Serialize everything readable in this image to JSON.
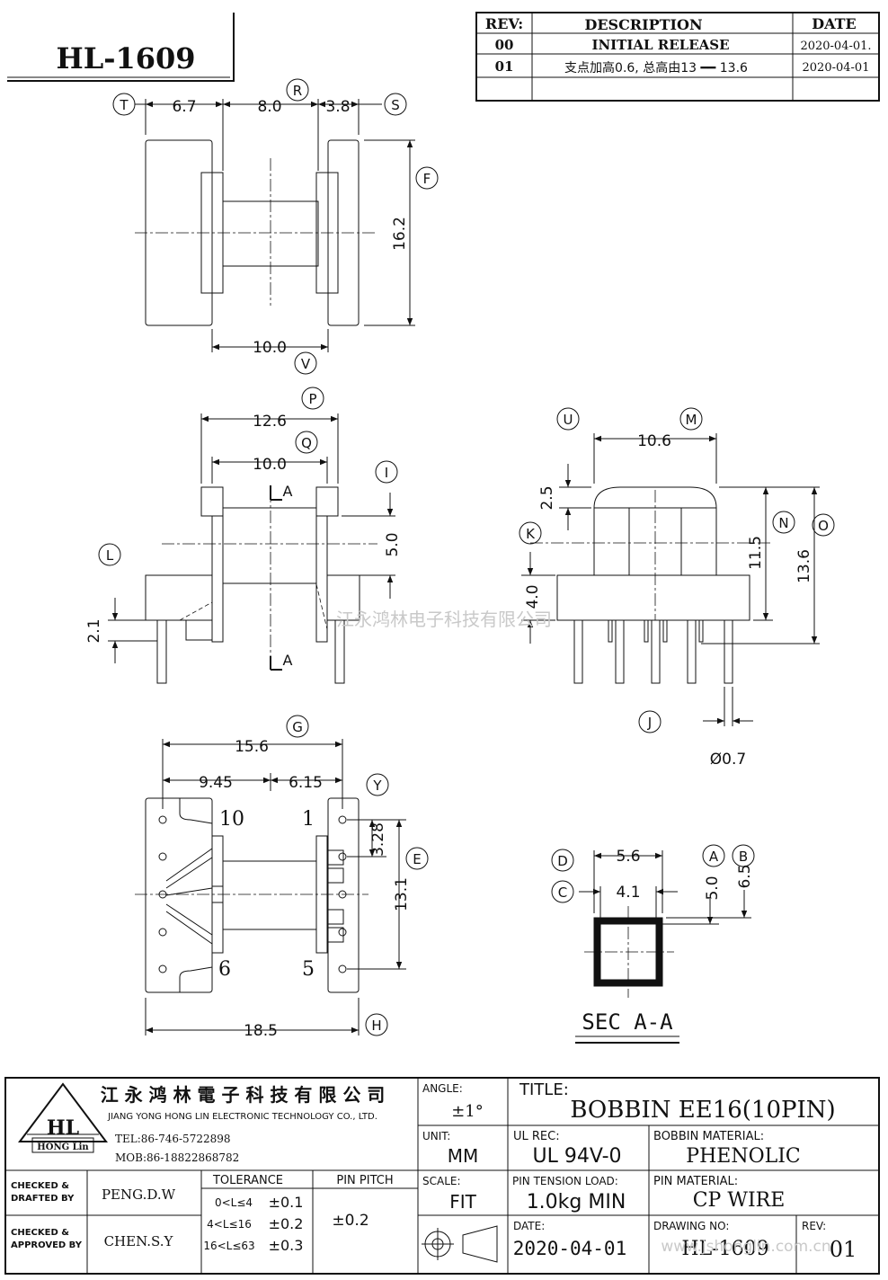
{
  "title_box": {
    "part_no": "HL-1609"
  },
  "revision_table": {
    "headers": {
      "rev": "REV:",
      "desc": "DESCRIPTION",
      "date": "DATE"
    },
    "rows": [
      {
        "rev": "00",
        "desc": "INITIAL RELEASE",
        "date": "2020-04-01."
      },
      {
        "rev": "01",
        "desc": "支点加高0.6, 总高由13 ━━ 13.6",
        "date": "2020-04-01"
      }
    ]
  },
  "top_view": {
    "dims": {
      "d1": "6.7",
      "d2": "8.0",
      "d3": "3.8",
      "d4": "16.2",
      "d5": "10.0"
    },
    "labels": {
      "t": "T",
      "r": "R",
      "s": "S",
      "f": "F",
      "v": "V"
    }
  },
  "front_view": {
    "dims": {
      "d1": "12.6",
      "d2": "10.0",
      "d3": "5.0",
      "d4": "2.1"
    },
    "labels": {
      "p": "P",
      "q": "Q",
      "i": "I",
      "l": "L"
    },
    "section_marks": {
      "top": "A",
      "bottom": "A"
    }
  },
  "side_view": {
    "dims": {
      "d1": "10.6",
      "d2": "2.5",
      "d3": "11.5",
      "d4": "13.6",
      "d5": "4.0",
      "pin": "Ø0.7"
    },
    "labels": {
      "u": "U",
      "m": "M",
      "n": "N",
      "o": "O",
      "k": "K",
      "j": "J"
    }
  },
  "bottom_view": {
    "dims": {
      "d1": "15.6",
      "d2": "9.45",
      "d3": "6.15",
      "d4": "3.28",
      "d5": "13.1",
      "d6": "18.5"
    },
    "labels": {
      "g": "G",
      "y": "Y",
      "e": "E",
      "h": "H"
    },
    "pins": {
      "p10": "10",
      "p1": "1",
      "p6": "6",
      "p5": "5"
    }
  },
  "section_view": {
    "dims": {
      "d1": "5.6",
      "d2": "4.1",
      "d3": "5.0",
      "d4": "6.5"
    },
    "labels": {
      "d": "D",
      "c": "C",
      "a": "A",
      "b": "B"
    },
    "caption": "SEC  A-A"
  },
  "watermark": "江永鸿林电子科技有限公司",
  "title_block": {
    "company_cn": "江 永 鸿 林 電 子 科 技 有 限 公 司",
    "company_en": "JIANG YONG HONG LIN ELECTRONIC TECHNOLOGY CO., LTD.",
    "tel": "TEL:86-746-5722898",
    "mob": "MOB:86-18822868782",
    "logo_text": "HL",
    "logo_sub": "HONG Lin",
    "angle_label": "ANGLE:",
    "angle_value": "±1°",
    "title_label": "TITLE:",
    "title_value": "BOBBIN  EE16(10PIN)",
    "unit_label": "UNIT:",
    "unit_value": "MM",
    "ul_label": "UL REC:",
    "ul_value": "UL 94V-0",
    "bobbin_mat_label": "BOBBIN MATERIAL:",
    "bobbin_mat_value": "PHENOLIC",
    "checked_drafted": "CHECKED & DRAFTED BY",
    "drafter": "PENG.D.W",
    "tolerance_label": "TOLERANCE",
    "tol_rows": [
      {
        "range": "0<L≤4",
        "value": "±0.1"
      },
      {
        "range": "4<L≤16",
        "value": "±0.2"
      },
      {
        "range": "16<L≤63",
        "value": "±0.3"
      }
    ],
    "pin_pitch_label": "PIN PITCH",
    "pin_pitch_value": "±0.2",
    "scale_label": "SCALE:",
    "scale_value": "FIT",
    "pin_tension_label": "PIN TENSION LOAD:",
    "pin_tension_value": "1.0kg MIN",
    "pin_mat_label": "PIN MATERIAL:",
    "pin_mat_value": "CP    WIRE",
    "checked_approved": "CHECKED & APPROVED BY",
    "approver": "CHEN.S.Y",
    "date_label": "DATE:",
    "date_value": "2020-04-01",
    "drawing_no_label": "DRAWING NO:",
    "drawing_no_value": "HL-1609",
    "rev_label": "REV:",
    "rev_value": "01",
    "website": "www.jshonglin.com.cn"
  }
}
